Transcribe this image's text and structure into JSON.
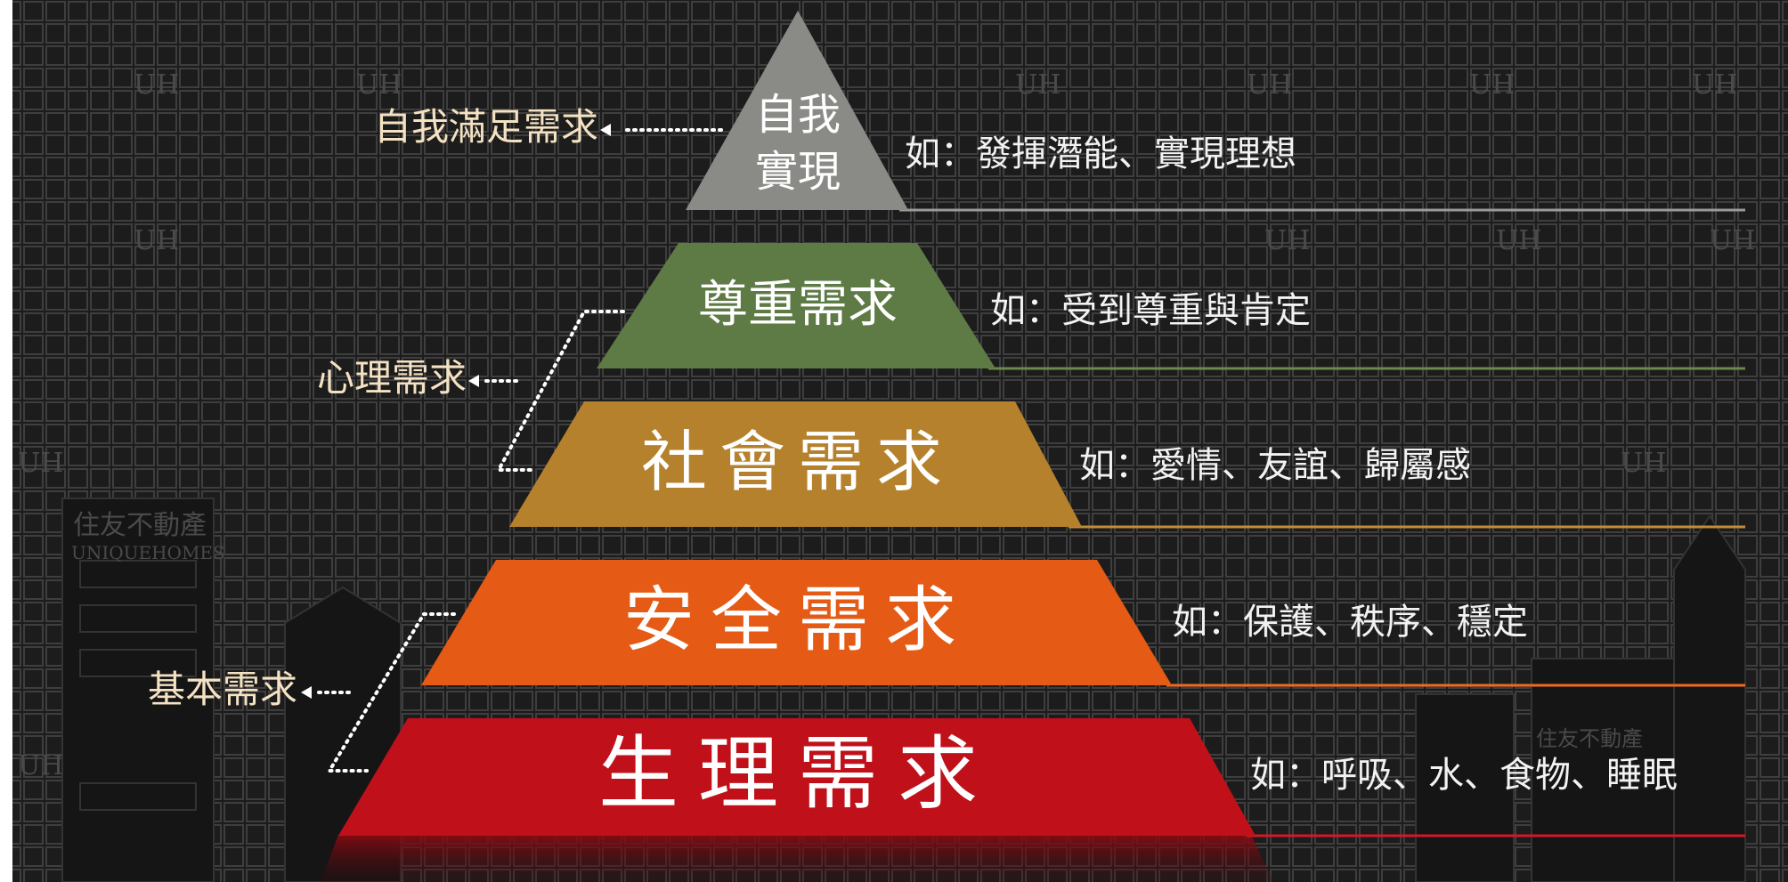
{
  "levels": [
    {
      "line1": "自我",
      "line2": "實現",
      "example": "如：發揮潛能、實現理想",
      "color": "#8a8a86"
    },
    {
      "label": "尊重需求",
      "example": "如：受到尊重與肯定",
      "color": "#5e7a45"
    },
    {
      "label": "社會需求",
      "example": "如：愛情、友誼、歸屬感",
      "color": "#b5812c"
    },
    {
      "label": "安全需求",
      "example": "如：保護、秩序、穩定",
      "color": "#e55a14"
    },
    {
      "label": "生理需求",
      "example": "如：呼吸、水、食物、睡眠",
      "color": "#c0111b"
    }
  ],
  "side_labels": {
    "self_fulfillment": "自我滿足需求",
    "psychological": "心理需求",
    "basic": "基本需求"
  },
  "watermark": {
    "monogram": "UH",
    "brand_cn": "住友不動產",
    "brand_en": "UNIQUEHOMES"
  },
  "colors": {
    "background": "#1c1c1c",
    "grid": "#3e3e3e",
    "connector": "#ffffff"
  }
}
